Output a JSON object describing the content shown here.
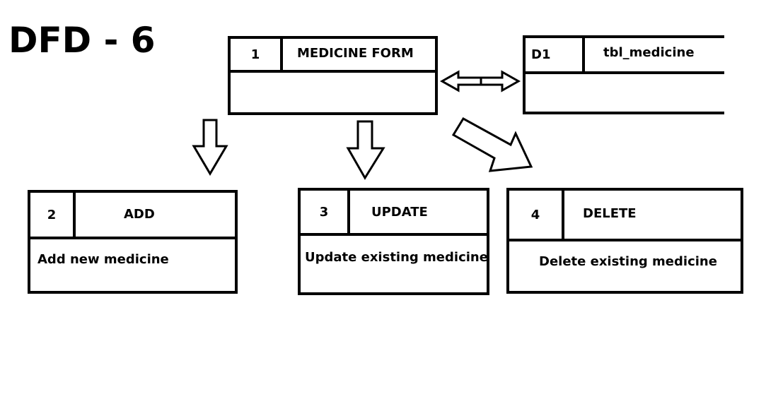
{
  "title": "DFD - 6",
  "processes": [
    {
      "id": "1",
      "name": "MEDICINE FORM",
      "body": ""
    },
    {
      "id": "2",
      "name": "ADD",
      "body": "Add new medicine"
    },
    {
      "id": "3",
      "name": "UPDATE",
      "body": "Update existing medicine"
    },
    {
      "id": "4",
      "name": "DELETE",
      "body": "Delete existing medicine"
    }
  ],
  "datastore": {
    "id": "D1",
    "name": "tbl_medicine"
  }
}
